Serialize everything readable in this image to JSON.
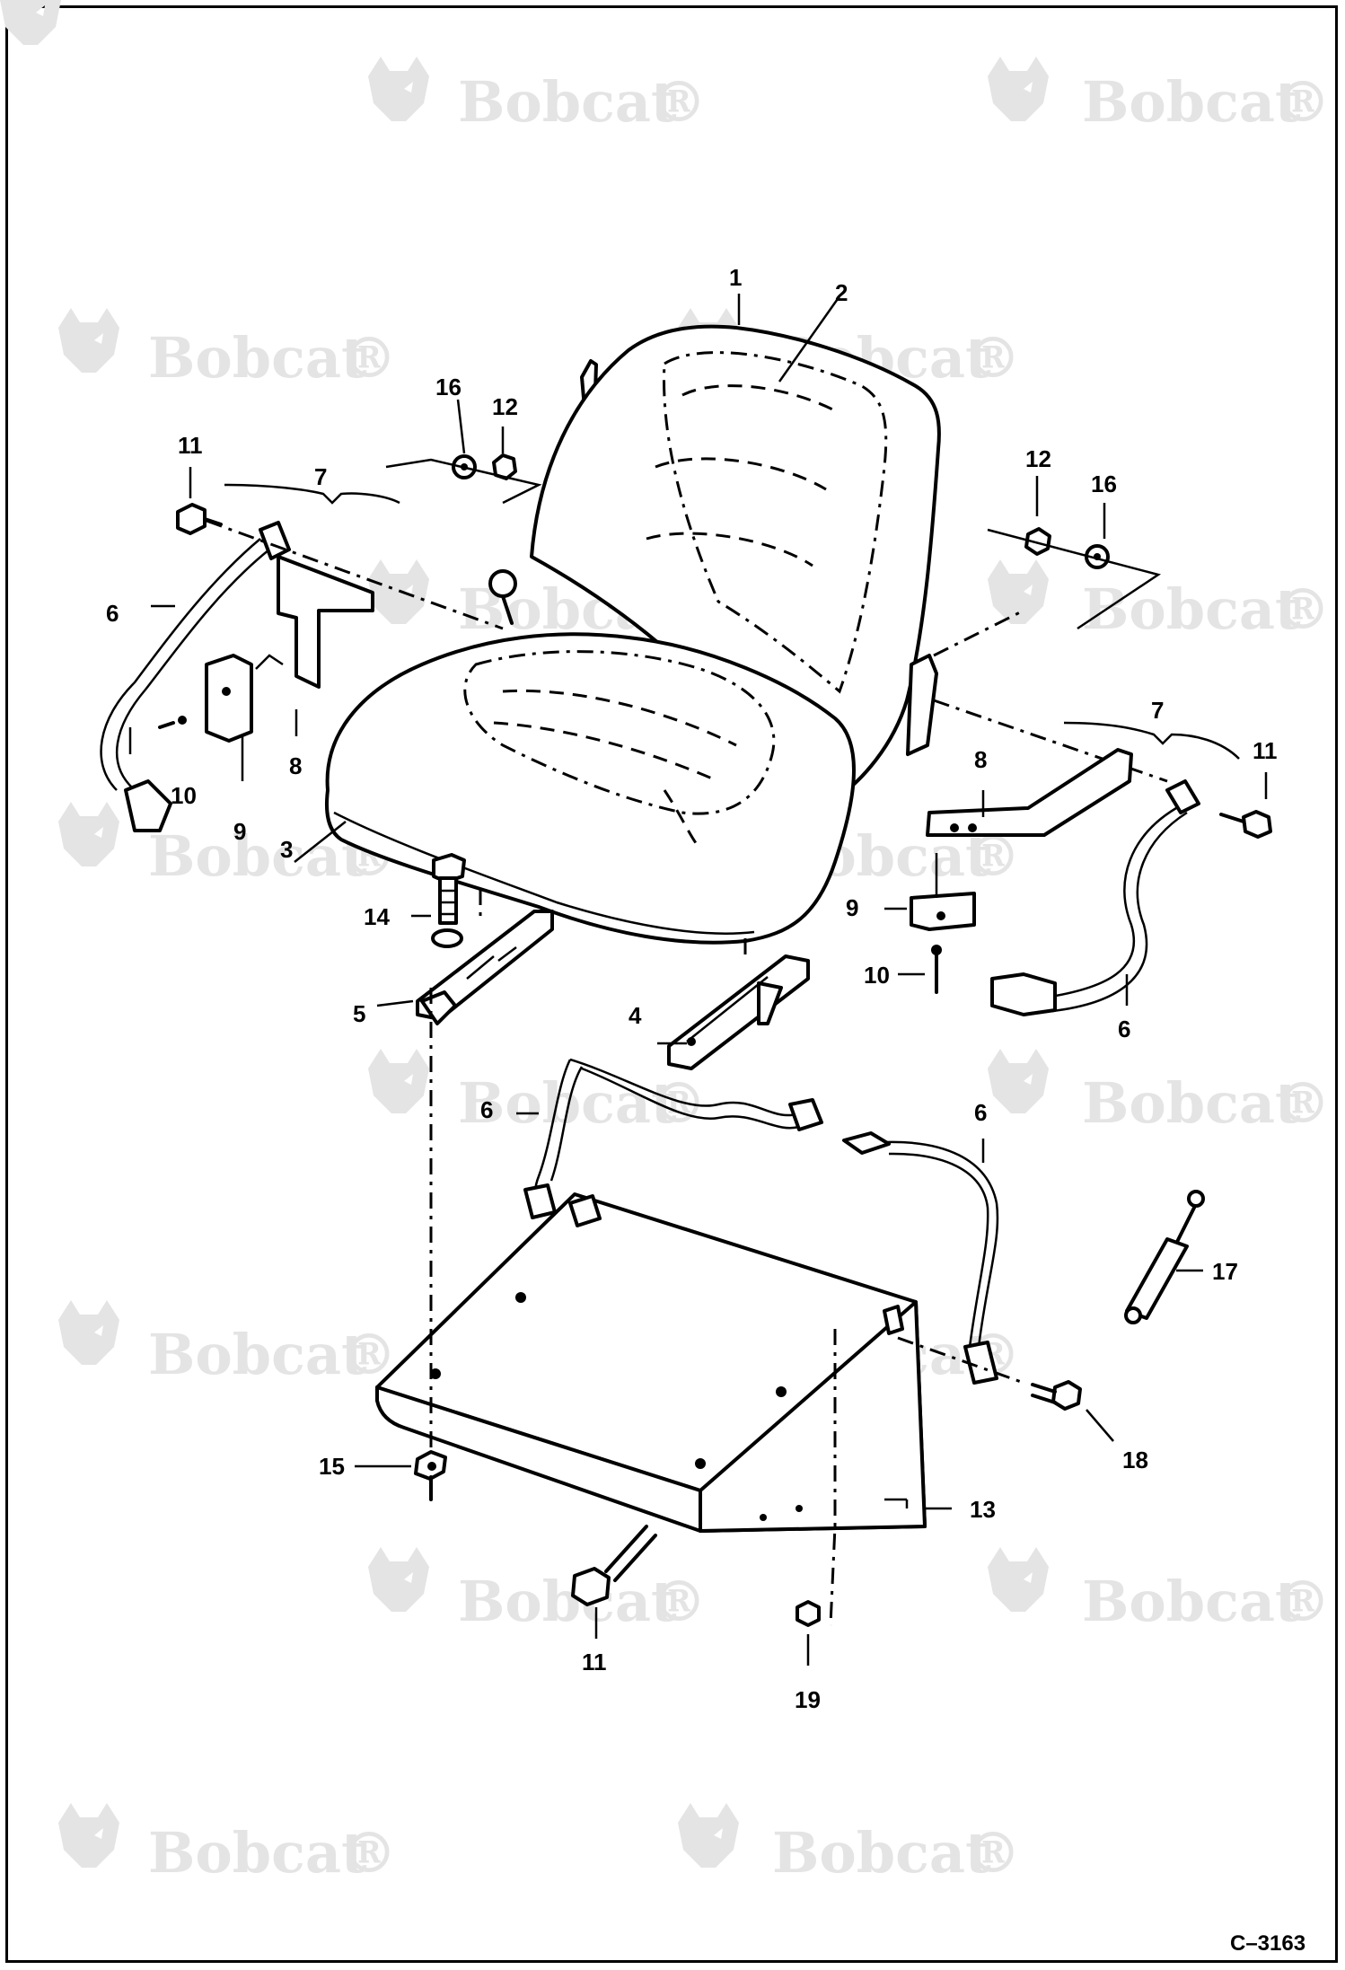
{
  "watermark": {
    "brand": "Bobcat",
    "mark": "®",
    "color": "#e4e4e4"
  },
  "drawing_number": "C–3163",
  "callouts": {
    "c1": "1",
    "c2": "2",
    "c3": "3",
    "c4": "4",
    "c5": "5",
    "c6a": "6",
    "c6b": "6",
    "c6c": "6",
    "c6d": "6",
    "c7a": "7",
    "c7b": "7",
    "c8a": "8",
    "c8b": "8",
    "c9a": "9",
    "c9b": "9",
    "c10a": "10",
    "c10b": "10",
    "c11a": "11",
    "c11b": "11",
    "c11c": "11",
    "c12a": "12",
    "c12b": "12",
    "c13": "13",
    "c14": "14",
    "c15": "15",
    "c16a": "16",
    "c16b": "16",
    "c17": "17",
    "c18": "18",
    "c19": "19"
  }
}
